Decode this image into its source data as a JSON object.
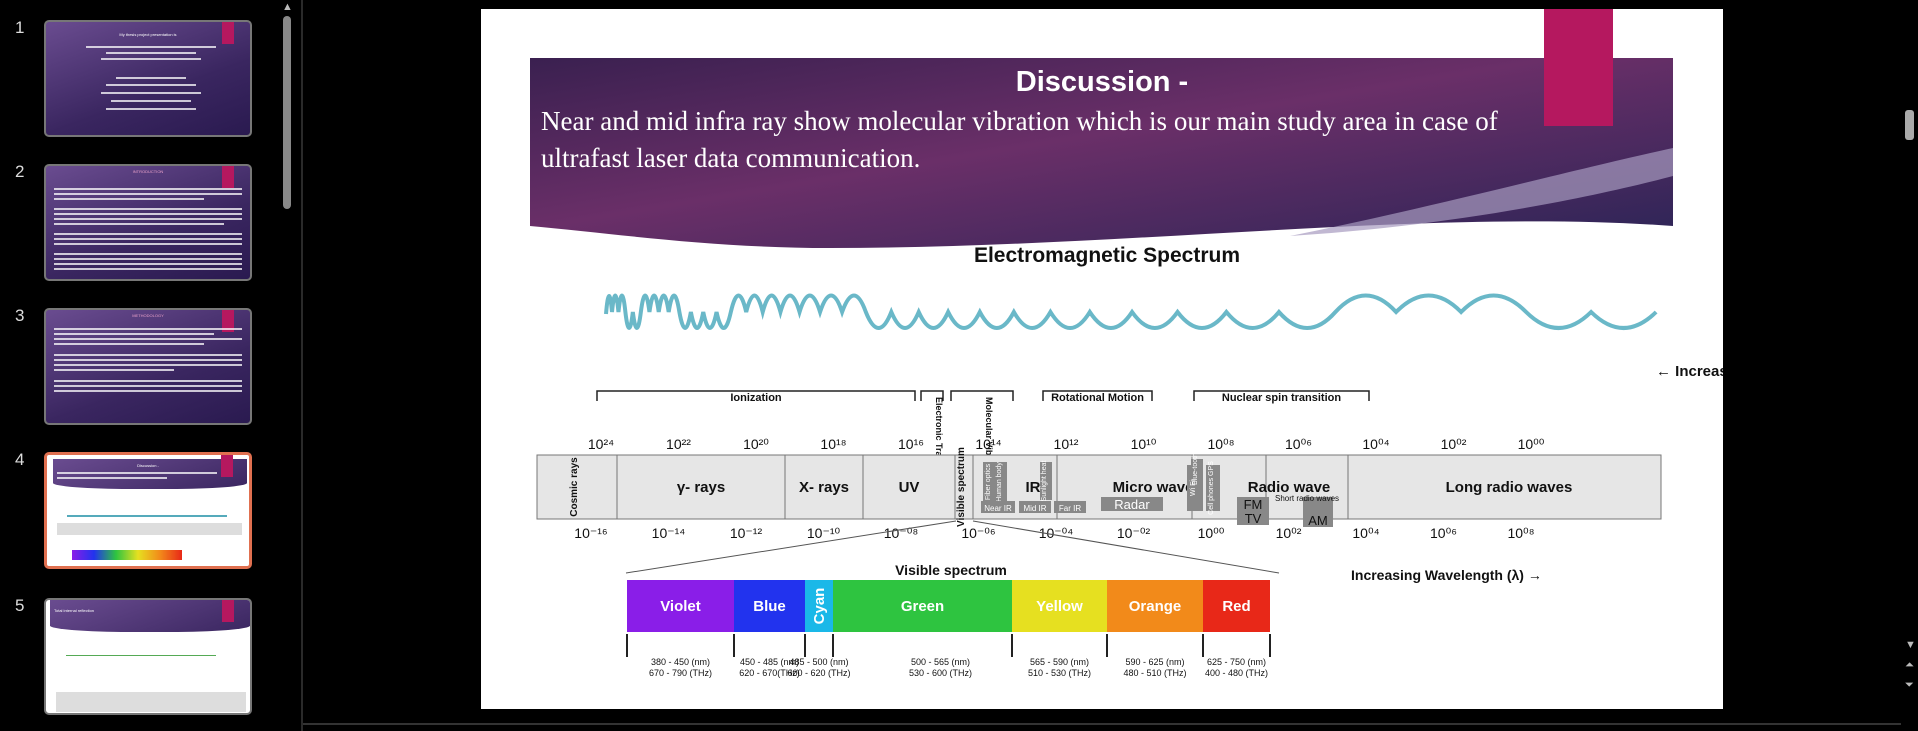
{
  "slides": [
    {
      "number": "1",
      "style": "purple",
      "title": "My thesis project presentation is"
    },
    {
      "number": "2",
      "style": "purple",
      "title": "INTRODUCTION"
    },
    {
      "number": "3",
      "style": "purple",
      "title": "METHODOLOGY"
    },
    {
      "number": "4",
      "style": "light",
      "title": "Discussion -",
      "active": true
    },
    {
      "number": "5",
      "style": "light",
      "title": "Total internal reflection"
    }
  ],
  "slide": {
    "title": "Discussion -",
    "body": "Near and mid infra ray show molecular vibration which is our main study area in case of ultrafast laser data communication.",
    "accent_color": "#b5185f"
  },
  "spectrum": {
    "title": "Electromagnetic Spectrum",
    "freq_label": "Increasing frequency (ν)",
    "wave_label": "Increasing Wavelength (λ)",
    "visible_title": "Visible spectrum",
    "bracket_labels": [
      "Ionization",
      "Electronic Transition",
      "Molecular Vibration",
      "Rotational Motion",
      "Nuclear spin transition"
    ],
    "freq_ticks": [
      "10²⁴",
      "10²²",
      "10²⁰",
      "10¹⁸",
      "10¹⁶",
      "10¹⁴",
      "10¹²",
      "10¹⁰",
      "10⁰⁸",
      "10⁰⁶",
      "10⁰⁴",
      "10⁰²",
      "10⁰⁰"
    ],
    "wave_ticks": [
      "10⁻¹⁶",
      "10⁻¹⁴",
      "10⁻¹²",
      "10⁻¹⁰",
      "10⁻⁰⁸",
      "10⁻⁰⁶",
      "10⁻⁰⁴",
      "10⁻⁰²",
      "10⁰⁰",
      "10⁰²",
      "10⁰⁴",
      "10⁰⁶",
      "10⁰⁸"
    ],
    "bands": [
      "Cosmic rays",
      "γ- rays",
      "X- rays",
      "UV",
      "Visible spectrum",
      "IR",
      "Micro wave",
      "Radio wave",
      "Long radio waves"
    ],
    "sub_bands": [
      "Fiber optics",
      "Human body",
      "Sunlight heat",
      "Near IR",
      "Mid IR",
      "Far IR",
      "Radar",
      "Wi Fi",
      "Cell phones GPS",
      "Blue-tooth",
      "FM",
      "TV",
      "Short radio waves",
      "AM"
    ],
    "colors": [
      {
        "name": "Violet",
        "range": "380 - 450 (nm)",
        "freq": "670 - 790 (THz)",
        "color": "#8a1ee8"
      },
      {
        "name": "Blue",
        "range": "450 - 485 (nm)",
        "freq": "620 - 670(THz)",
        "color": "#2233ee"
      },
      {
        "name": "Cyan",
        "range": "485 - 500 (nm)",
        "freq": "600 - 620 (THz)",
        "color": "#1ab8e8"
      },
      {
        "name": "Green",
        "range": "500 - 565 (nm)",
        "freq": "530 - 600 (THz)",
        "color": "#2ec440"
      },
      {
        "name": "Yellow",
        "range": "565 - 590 (nm)",
        "freq": "510 - 530 (THz)",
        "color": "#e6e020"
      },
      {
        "name": "Orange",
        "range": "590 - 625 (nm)",
        "freq": "480 - 510 (THz)",
        "color": "#f28a1a"
      },
      {
        "name": "Red",
        "range": "625 - 750 (nm)",
        "freq": "400 - 480 (THz)",
        "color": "#e82818"
      }
    ]
  }
}
